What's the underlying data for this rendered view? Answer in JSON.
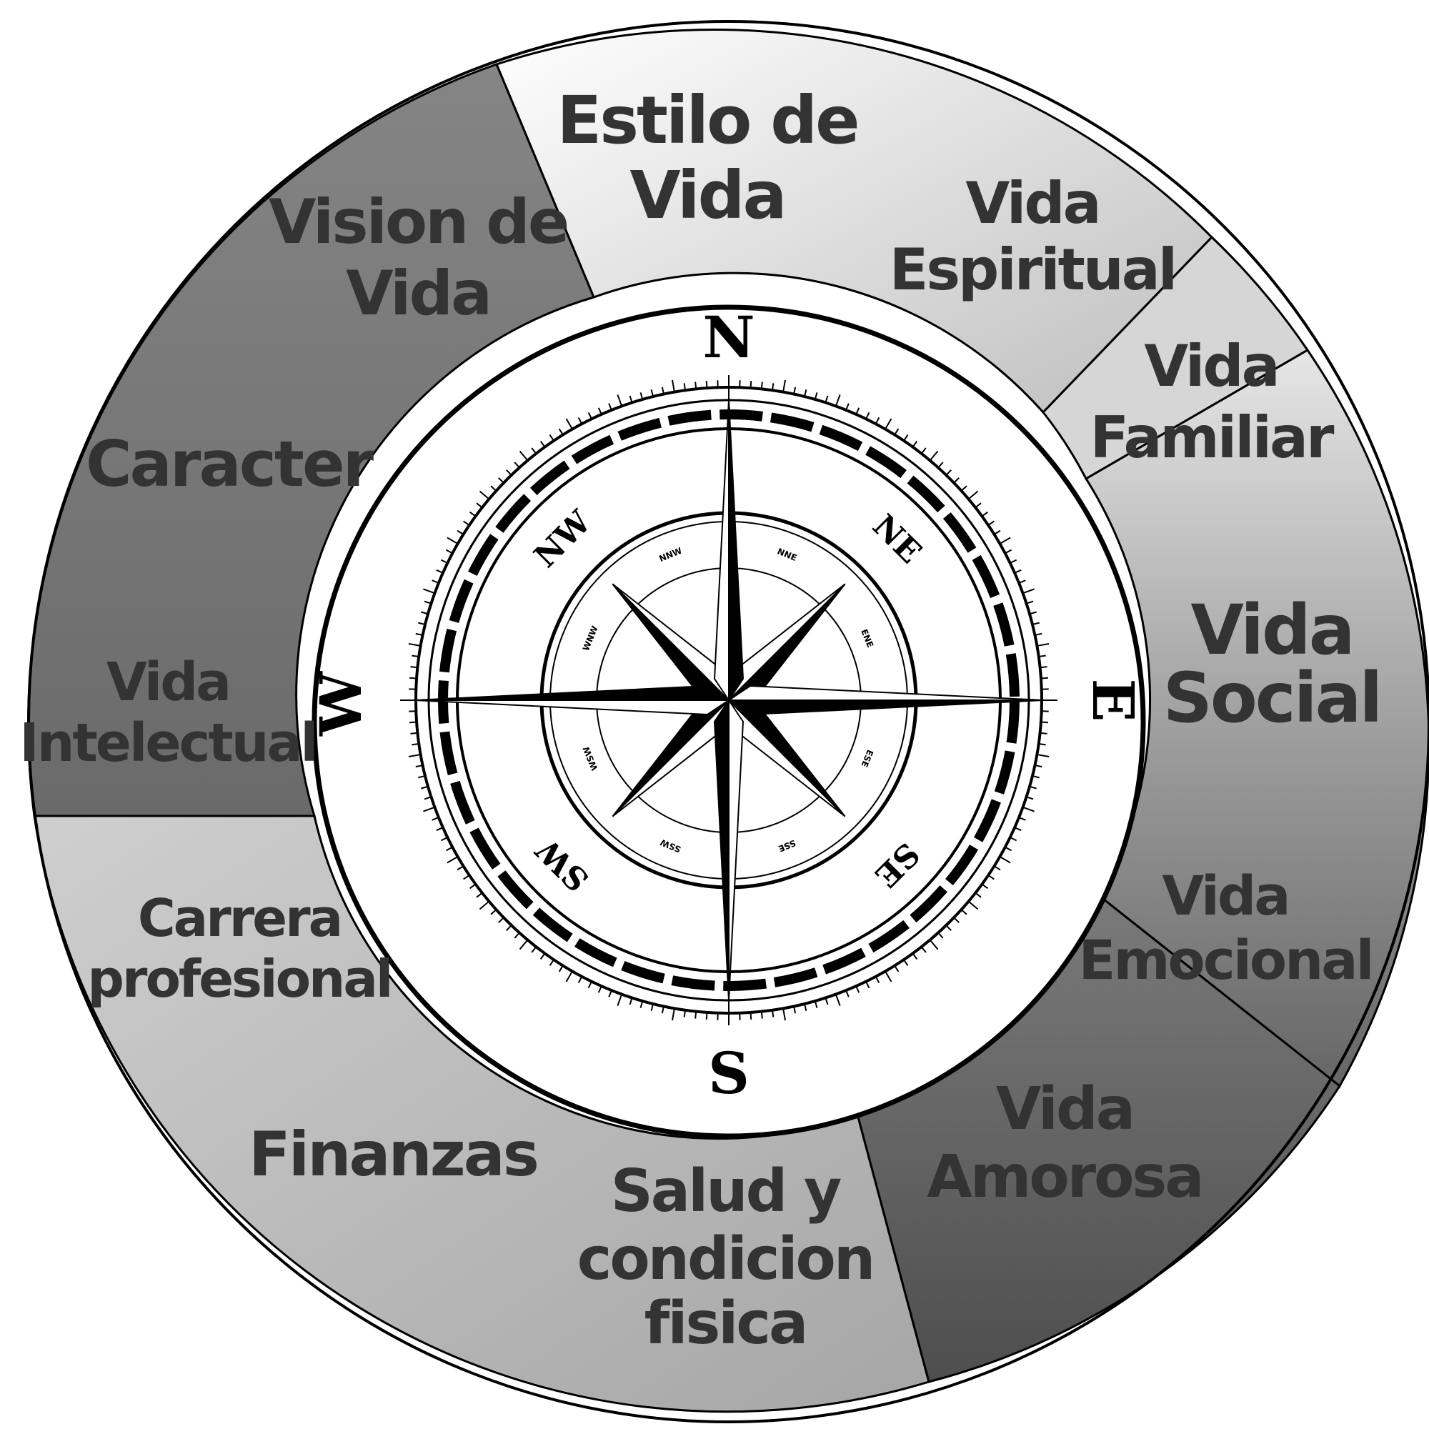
{
  "colors": {
    "outline": "#000000",
    "label": "#333333",
    "dark": "#5a5a5a",
    "mid_dark": "#7a7a7a",
    "mid": "#a0a0a0",
    "light": "#c8c8c8",
    "white": "#ffffff"
  },
  "segments": {
    "top": {
      "line1": "Estilo de",
      "line2": "Vida",
      "line3": "Vida",
      "line4": "Espiritual"
    },
    "right_top": {
      "line1": "Vida",
      "line2": "Familiar"
    },
    "right": {
      "line1": "Vida",
      "line2": "Social",
      "line3": "Vida",
      "line4": "Emocional"
    },
    "bottom_right": {
      "line1": "Vida",
      "line2": "Amorosa"
    },
    "bottom": {
      "line1": "Carrera",
      "line2": "profesional",
      "line3": "Finanzas",
      "line4": "Salud y",
      "line5": "condicion",
      "line6": "fisica"
    },
    "left": {
      "line1": "Vision de",
      "line2": "Vida",
      "line3": "Caracter",
      "line4": "Vida",
      "line5": "Intelectual"
    }
  },
  "compass": {
    "north": "N",
    "south": "S",
    "east": "E",
    "west": "W",
    "northeast": "NE",
    "northwest": "NW",
    "southeast": "SE",
    "southwest": "SW",
    "nne": "NNE",
    "nnw": "NNW",
    "ene": "ENE",
    "ese": "ESE",
    "wnw": "WNW",
    "wsw": "WSW",
    "sse": "SSE",
    "ssw": "SSW"
  }
}
